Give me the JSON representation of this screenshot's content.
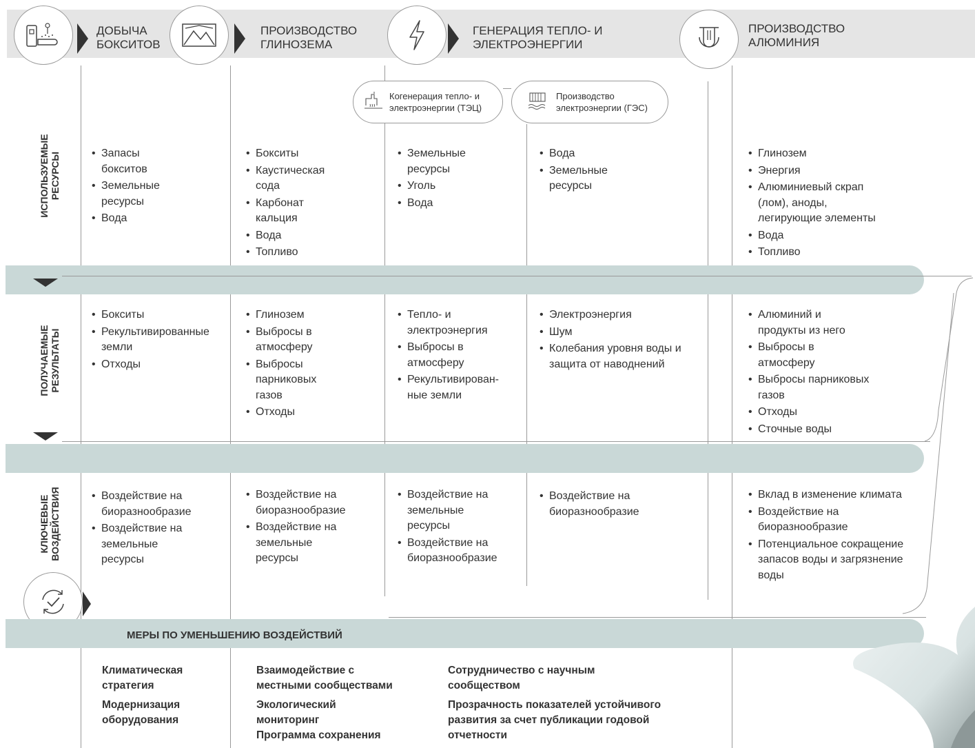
{
  "stages": [
    {
      "title": "ДОБЫЧА\nБОКСИТОВ",
      "icon": "bauxite-mining-icon"
    },
    {
      "title": "ПРОИЗВОДСТВО\nГЛИНОЗЕМА",
      "icon": "alumina-production-icon"
    },
    {
      "title": "ГЕНЕРАЦИЯ ТЕПЛО- И\nЭЛЕКТРОЭНЕРГИИ",
      "icon": "lightning-icon"
    },
    {
      "title": "ПРОИЗВОДСТВО\nАЛЮМИНИЯ",
      "icon": "aluminium-crucible-icon"
    }
  ],
  "subtypes": [
    {
      "label": "Когенерация тепло- и\nэлектроэнергии (ТЭЦ)",
      "icon": "chp-plant-icon"
    },
    {
      "label": "Производство\nэлектроэнергии (ГЭС)",
      "icon": "hydro-plant-icon"
    }
  ],
  "sections": {
    "resources": "ИСПОЛЬЗУЕМЫЕ\nРЕСУРСЫ",
    "results": "ПОЛУЧАЕМЫЕ\nРЕЗУЛЬТАТЫ",
    "impacts": "КЛЮЧЕВЫЕ\nВОЗДЕЙСТВИЯ"
  },
  "resources": [
    [
      "Запасы\nбокситов",
      "Земельные\nресурсы",
      "Вода"
    ],
    [
      "Бокситы",
      "Каустическая\nсода",
      "Карбонат\nкальция",
      "Вода",
      "Топливо"
    ],
    [
      "Земельные\nресурсы",
      "Уголь",
      "Вода"
    ],
    [
      "Вода",
      "Земельные\nресурсы"
    ],
    [
      "Глинозем",
      "Энергия",
      "Алюминиевый скрап\n(лом), аноды,\nлегирующие элементы",
      "Вода",
      "Топливо"
    ]
  ],
  "results": [
    [
      "Бокситы",
      "Рекультивированные\nземли",
      "Отходы"
    ],
    [
      "Глинозем",
      "Выбросы в\nатмосферу",
      "Выбросы\nпарниковых\nгазов",
      "Отходы"
    ],
    [
      "Тепло- и\nэлектроэнергия",
      "Выбросы в\nатмосферу",
      "Рекультивирован-\nные земли"
    ],
    [
      "Электроэнергия",
      "Шум",
      "Колебания уровня воды и\nзащита от наводнений"
    ],
    [
      "Алюминий и\nпродукты из него",
      "Выбросы в\nатмосферу",
      "Выбросы парниковых\nгазов",
      "Отходы",
      "Сточные воды"
    ]
  ],
  "impacts": [
    [
      "Воздействие на\nбиоразнообразие",
      "Воздействие на\nземельные\nресурсы"
    ],
    [
      "Воздействие на\nбиоразнообразие",
      "Воздействие на\nземельные\nресурсы"
    ],
    [
      "Воздействие на\nземельные\nресурсы",
      "Воздействие на\nбиоразнообразие"
    ],
    [
      "Воздействие на\nбиоразнообразие"
    ],
    [
      "Вклад в изменение климата",
      "Воздействие на\nбиоразнообразие",
      "Потенциальное сокращение\nзапасов воды и загрязнение\nводы"
    ]
  ],
  "measures": {
    "title": "МЕРЫ ПО УМЕНЬШЕНИЮ ВОЗДЕЙСТВИЙ",
    "icon": "check-cycle-icon",
    "col1": [
      "Климатическая\nстратегия",
      "Модернизация\nоборудования"
    ],
    "col2": [
      "Взаимодействие с\nместными сообществами",
      "Экологический\nмониторинг\nПрограмма сохранения"
    ],
    "col3": [
      "Сотрудничество с научным\nсообществом",
      "Прозрачность показателей устойчивого\nразвития за счет публикации годовой\nотчетности"
    ]
  },
  "colors": {
    "band": "#c9d8d7",
    "header": "#e5e5e5",
    "text": "#333333",
    "line": "#999999"
  }
}
